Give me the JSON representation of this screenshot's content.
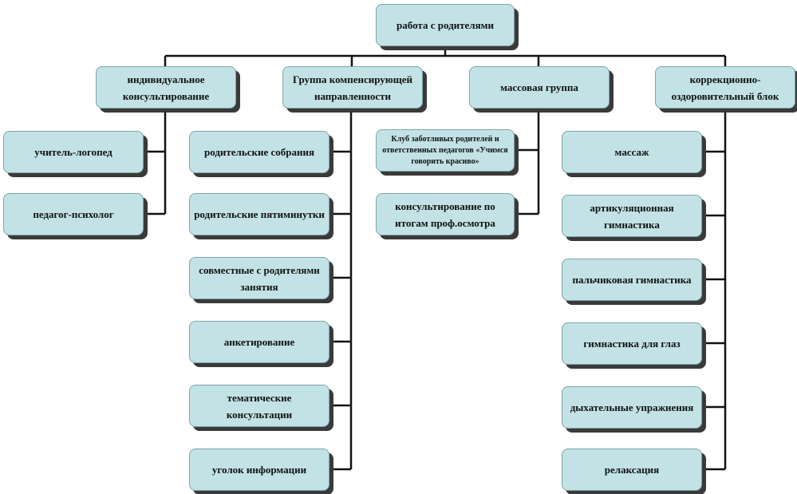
{
  "root": {
    "label": "работа с родителями"
  },
  "categories": {
    "individual": {
      "label": "индивидуальное консультирование"
    },
    "group": {
      "label": "Группа компенсирующей направленности"
    },
    "mass": {
      "label": "массовая группа"
    },
    "correction": {
      "label": "коррекционно-оздоровительный блок"
    }
  },
  "individual_items": [
    "учитель-логопед",
    "педагог-психолог"
  ],
  "group_items": [
    "родительские собрания",
    "родительские пятиминутки",
    "совместные с родителями занятия",
    "анкетирование",
    "тематические консультации",
    "уголок информации"
  ],
  "mass_items": [
    "Клуб заботливых родителей и ответственных педагогов «Учимся говорить красиво»",
    "консультирование по итогам проф.осмотра"
  ],
  "correction_items": [
    "массаж",
    "артикуляционная гимнастика",
    "пальчиковая гимнастика",
    "гимнастика для глаз",
    "дыхательные упражнения",
    "релаксация"
  ],
  "colors": {
    "box_fill": "#c2e2e5",
    "line": "#111111",
    "shadow": "#3a3a3a"
  }
}
